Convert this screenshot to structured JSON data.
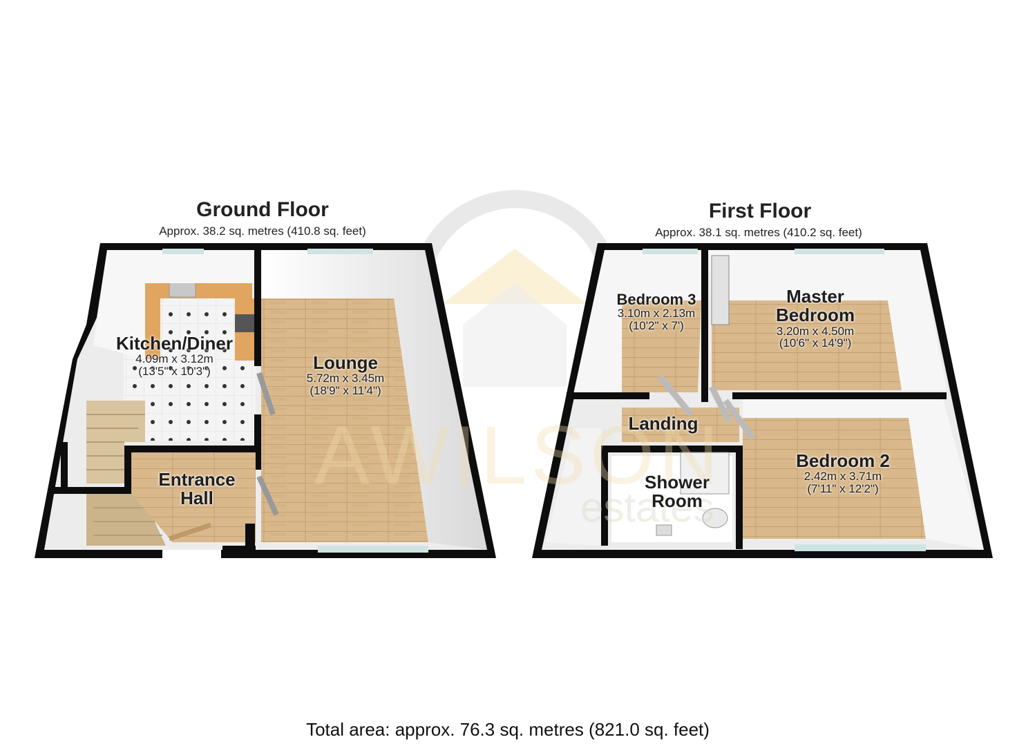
{
  "floors": [
    {
      "title": "Ground Floor",
      "area": "Approx. 38.2 sq. metres (410.8 sq. feet)",
      "rooms": [
        {
          "name": "Kitchen/Diner",
          "metric": "4.09m x 3.12m",
          "imperial": "(13'5\" x 10'3\")"
        },
        {
          "name": "Lounge",
          "metric": "5.72m x 3.45m",
          "imperial": "(18'9\" x 11'4\")"
        },
        {
          "name": "Entrance",
          "name2": "Hall"
        }
      ]
    },
    {
      "title": "First Floor",
      "area": "Approx. 38.1 sq. metres (410.2 sq. feet)",
      "rooms": [
        {
          "name": "Bedroom 3",
          "metric": "3.10m x 2.13m",
          "imperial": "(10'2\" x 7')"
        },
        {
          "name": "Master",
          "name2": "Bedroom",
          "metric": "3.20m x 4.50m",
          "imperial": "(10'6\" x 14'9\")"
        },
        {
          "name": "Landing"
        },
        {
          "name": "Shower",
          "name2": "Room"
        },
        {
          "name": "Bedroom 2",
          "metric": "2.42m x 3.71m",
          "imperial": "(7'11\" x 12'2\")"
        }
      ]
    }
  ],
  "total_area": "Total area: approx. 76.3 sq. metres (821.0 sq. feet)",
  "watermark": {
    "brand": "AWILSON",
    "sub": "estates"
  },
  "colors": {
    "wall": "#0d0d0d",
    "floor_wood": "#d9b98c",
    "floor_tile": "#f2f2f2",
    "kitchen_counter": "#e0a55e",
    "window": "#cfe3e3",
    "interior_wall": "#f4f4f4"
  }
}
